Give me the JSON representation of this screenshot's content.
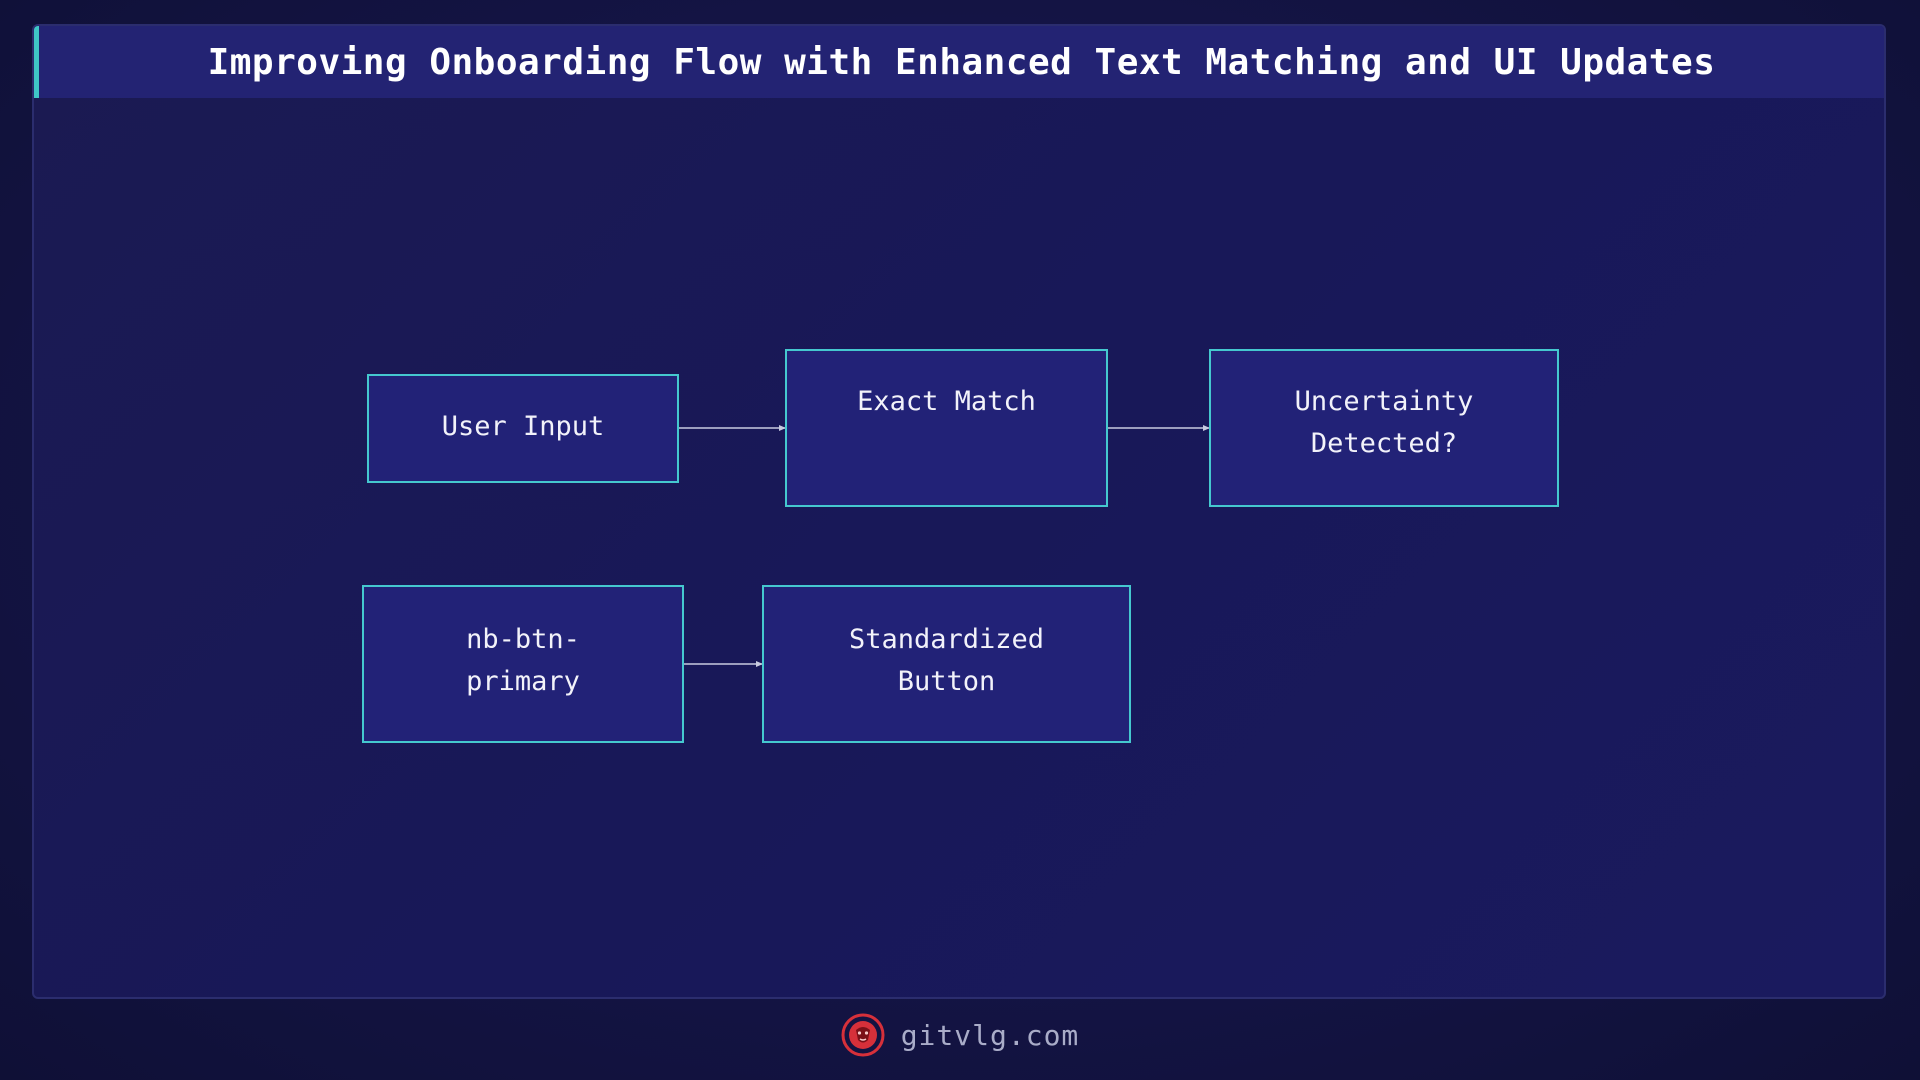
{
  "title": "Improving Onboarding Flow with Enhanced Text Matching and UI Updates",
  "nodes": {
    "user_input": "User Input",
    "exact_match": "Exact Match",
    "uncertainty": "Uncertainty\n Detected?",
    "nb_btn": "nb-btn-\nprimary",
    "standardized": "Standardized\n Button"
  },
  "footer": {
    "site": "gitvlg.com",
    "logo_icon": "lion-head-icon"
  },
  "colors": {
    "background": "#141445",
    "node_fill": "#222277",
    "node_border": "#45c8cf",
    "title_bar": "#232373",
    "title_accent": "#3fc6c6",
    "arrow": "#c8cbe0",
    "logo": "#d6303a"
  }
}
